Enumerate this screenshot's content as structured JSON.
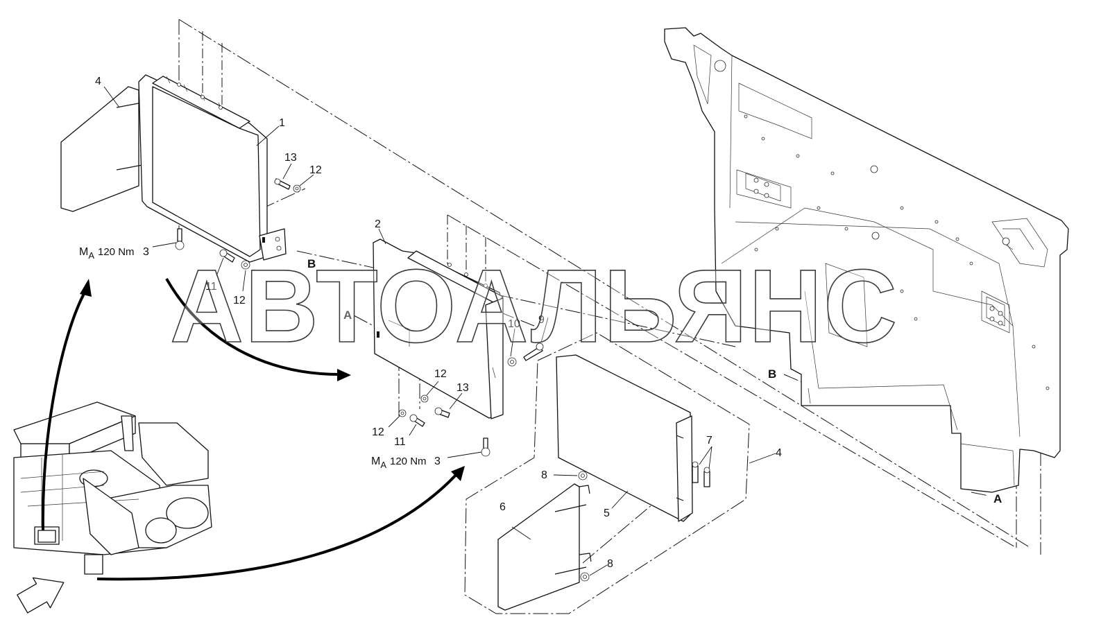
{
  "watermark": "АВТОАЛЬЯНС",
  "labels": {
    "p1": "1",
    "p2": "2",
    "p4_top": "4",
    "p4_right": "4",
    "p5": "5",
    "p6": "6",
    "p7": "7",
    "p8_a": "8",
    "p8_b": "8",
    "p9": "9",
    "p10": "10",
    "p11_a": "11",
    "p11_b": "11",
    "p12_a": "12",
    "p12_b": "12",
    "p12_c": "12",
    "p12_d": "12",
    "p13_a": "13",
    "p13_b": "13"
  },
  "torque_1": {
    "prefix": "M",
    "sub": "A",
    "value": "120 Nm",
    "part": "3"
  },
  "torque_2": {
    "prefix": "M",
    "sub": "A",
    "value": "120 Nm",
    "part": "3"
  },
  "refs": {
    "B_top": "B",
    "A_mid": "A",
    "B_right": "B",
    "A_right": "A"
  }
}
